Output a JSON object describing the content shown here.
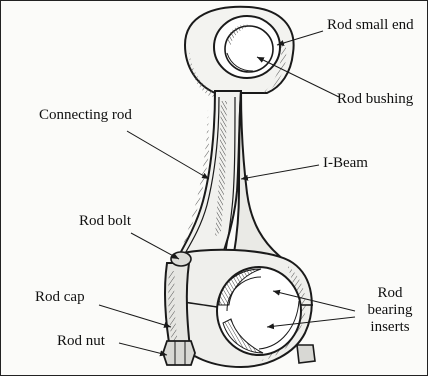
{
  "labels": {
    "rod_small_end": "Rod small end",
    "rod_bushing": "Rod bushing",
    "connecting_rod": "Connecting rod",
    "i_beam": "I-Beam",
    "rod_bolt": "Rod bolt",
    "rod_cap": "Rod cap",
    "rod_nut": "Rod nut",
    "rod_bearing_inserts": [
      "Rod",
      "bearing",
      "inserts"
    ]
  },
  "colors": {
    "ink": "#1a1a1a",
    "paper": "#fbfbf9",
    "shade": "#8a8a8a",
    "highlight": "#ffffff"
  }
}
